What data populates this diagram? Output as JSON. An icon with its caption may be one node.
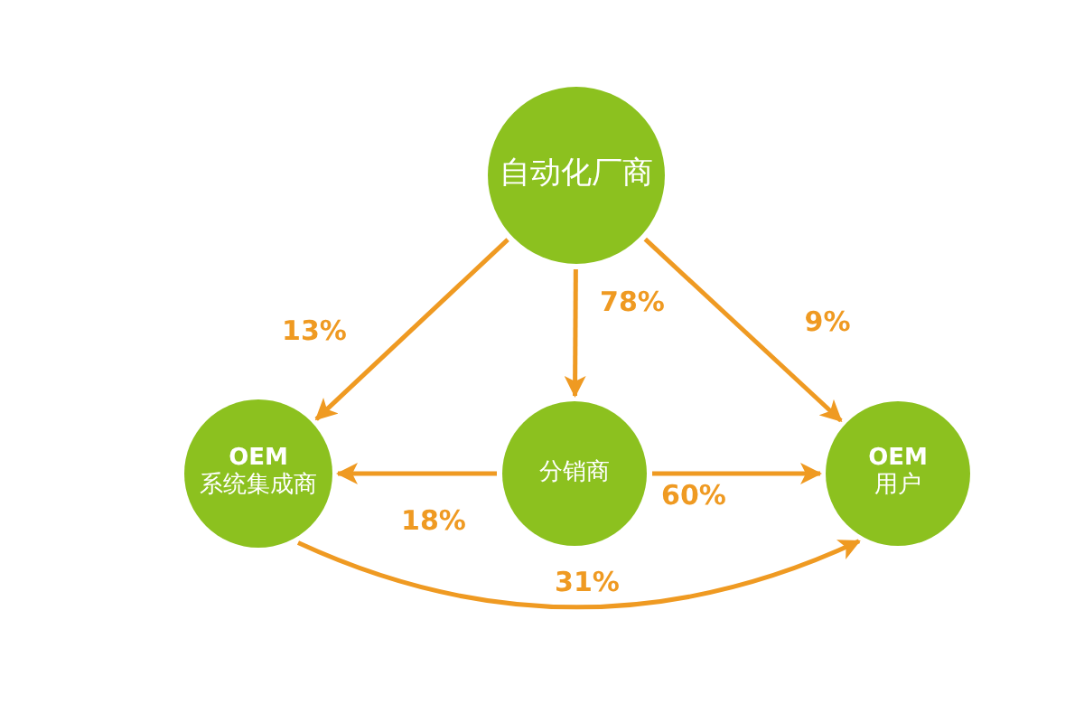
{
  "diagram": {
    "nodes": [
      {
        "text": [
          "自动化厂商"
        ]
      },
      {
        "text": [
          "OEM",
          "系统集成商"
        ]
      },
      {
        "text": [
          "分销商"
        ]
      },
      {
        "text": [
          "OEM",
          "用户"
        ]
      }
    ],
    "edges": [
      {
        "from": 0,
        "to": 1,
        "arrow": "to",
        "label": "13%"
      },
      {
        "from": 0,
        "to": 2,
        "arrow": "to",
        "label": "78%"
      },
      {
        "from": 0,
        "to": 3,
        "arrow": "to",
        "label": "9%"
      },
      {
        "from": 2,
        "to": 1,
        "arrow": "to",
        "label": "18%"
      },
      {
        "from": 2,
        "to": 3,
        "arrow": "to",
        "label": "60%"
      },
      {
        "from": 1,
        "to": 3,
        "arrow": "to",
        "label": "31%"
      }
    ]
  }
}
